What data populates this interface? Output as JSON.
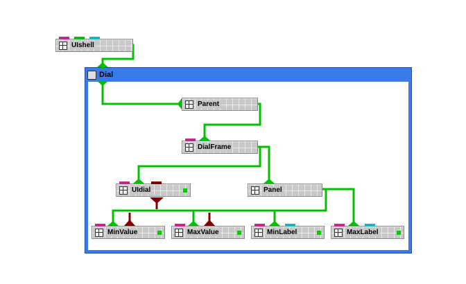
{
  "colors": {
    "wire": "#00c000",
    "event_wire": "#800000",
    "window": "#3a7bea",
    "tab_magenta": "#c0288a",
    "tab_green": "#00c000",
    "tab_cyan": "#20b0c0"
  },
  "window": {
    "title": "Dial",
    "icon": "window-icon"
  },
  "nodes": {
    "uishell": "UIshell",
    "parent": "Parent",
    "dialframe": "DialFrame",
    "uidial": "UIdial",
    "panel": "Panel",
    "minvalue": "MinValue",
    "maxvalue": "MaxValue",
    "minlabel": "MinLabel",
    "maxlabel": "MaxLabel"
  }
}
